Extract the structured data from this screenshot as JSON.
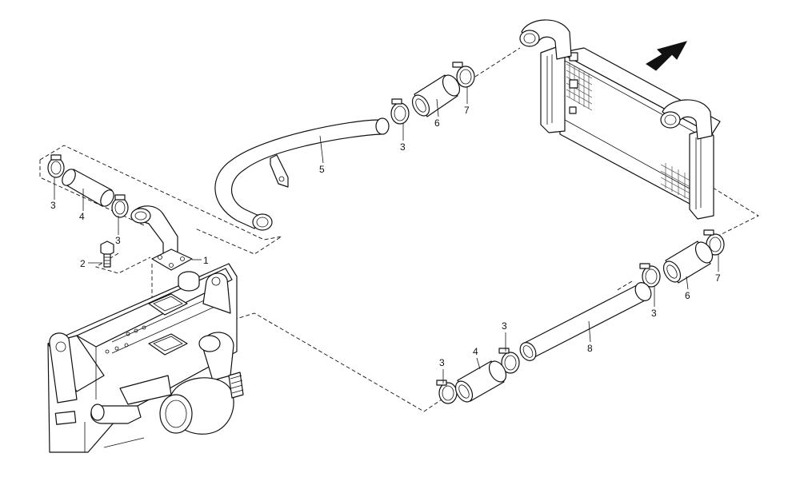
{
  "callouts": {
    "c1": "1",
    "c2": "2",
    "c3a": "3",
    "c3b": "3",
    "c3c": "3",
    "c3d": "3",
    "c3e": "3",
    "c3f": "3",
    "c4a": "4",
    "c4b": "4",
    "c5": "5",
    "c6a": "6",
    "c6b": "6",
    "c7a": "7",
    "c7b": "7",
    "c8": "8"
  },
  "icons": {
    "direction": "airflow-arrow-icon"
  }
}
